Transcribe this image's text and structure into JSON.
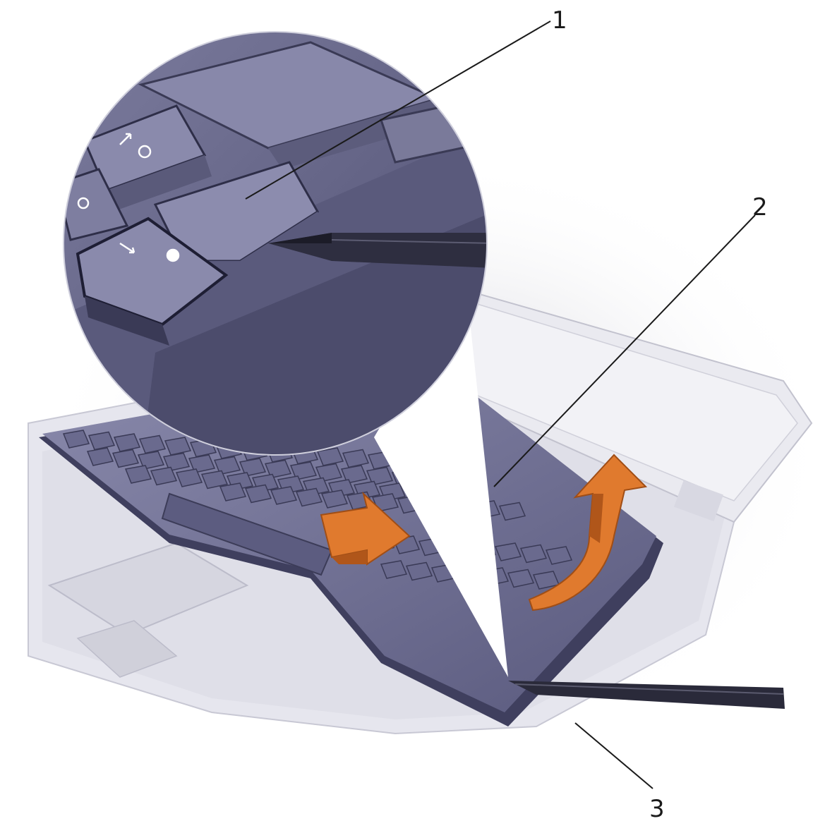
{
  "figure": {
    "callouts": [
      {
        "number": "1"
      },
      {
        "number": "2"
      },
      {
        "number": "3"
      }
    ]
  },
  "colors": {
    "background": "#ffffff",
    "key_dark": "#4e4e72",
    "key_mid": "#6e6e92",
    "key_light": "#8a8aac",
    "chassis": "#dcdce6",
    "arrow_orange": "#e07a2e",
    "leader_line": "#1a1a1a"
  },
  "icons": [
    "arrow-right-icon",
    "arrow-up-curved-icon",
    "brightness-icon",
    "contrast-icon"
  ]
}
